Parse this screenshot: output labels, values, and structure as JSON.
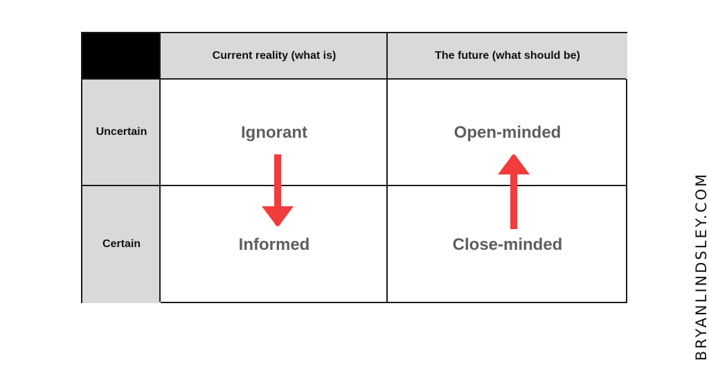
{
  "matrix": {
    "columns": [
      "Current reality (what is)",
      "The future (what should be)"
    ],
    "rows": [
      "Uncertain",
      "Certain"
    ],
    "cells": {
      "uncertain_current": "Ignorant",
      "uncertain_future": "Open-minded",
      "certain_current": "Informed",
      "certain_future": "Close-minded"
    }
  },
  "arrows": {
    "color": "#f23c3c",
    "items": [
      {
        "from": "Ignorant",
        "to": "Informed",
        "direction": "down"
      },
      {
        "from": "Close-minded",
        "to": "Open-minded",
        "direction": "up"
      }
    ]
  },
  "colors": {
    "header_fill": "#d9d9d9",
    "corner_fill": "#000000",
    "cell_text": "#5e5e5e",
    "border": "#1a1a1a"
  },
  "watermark": "BRYANLINDSLEY.COM"
}
